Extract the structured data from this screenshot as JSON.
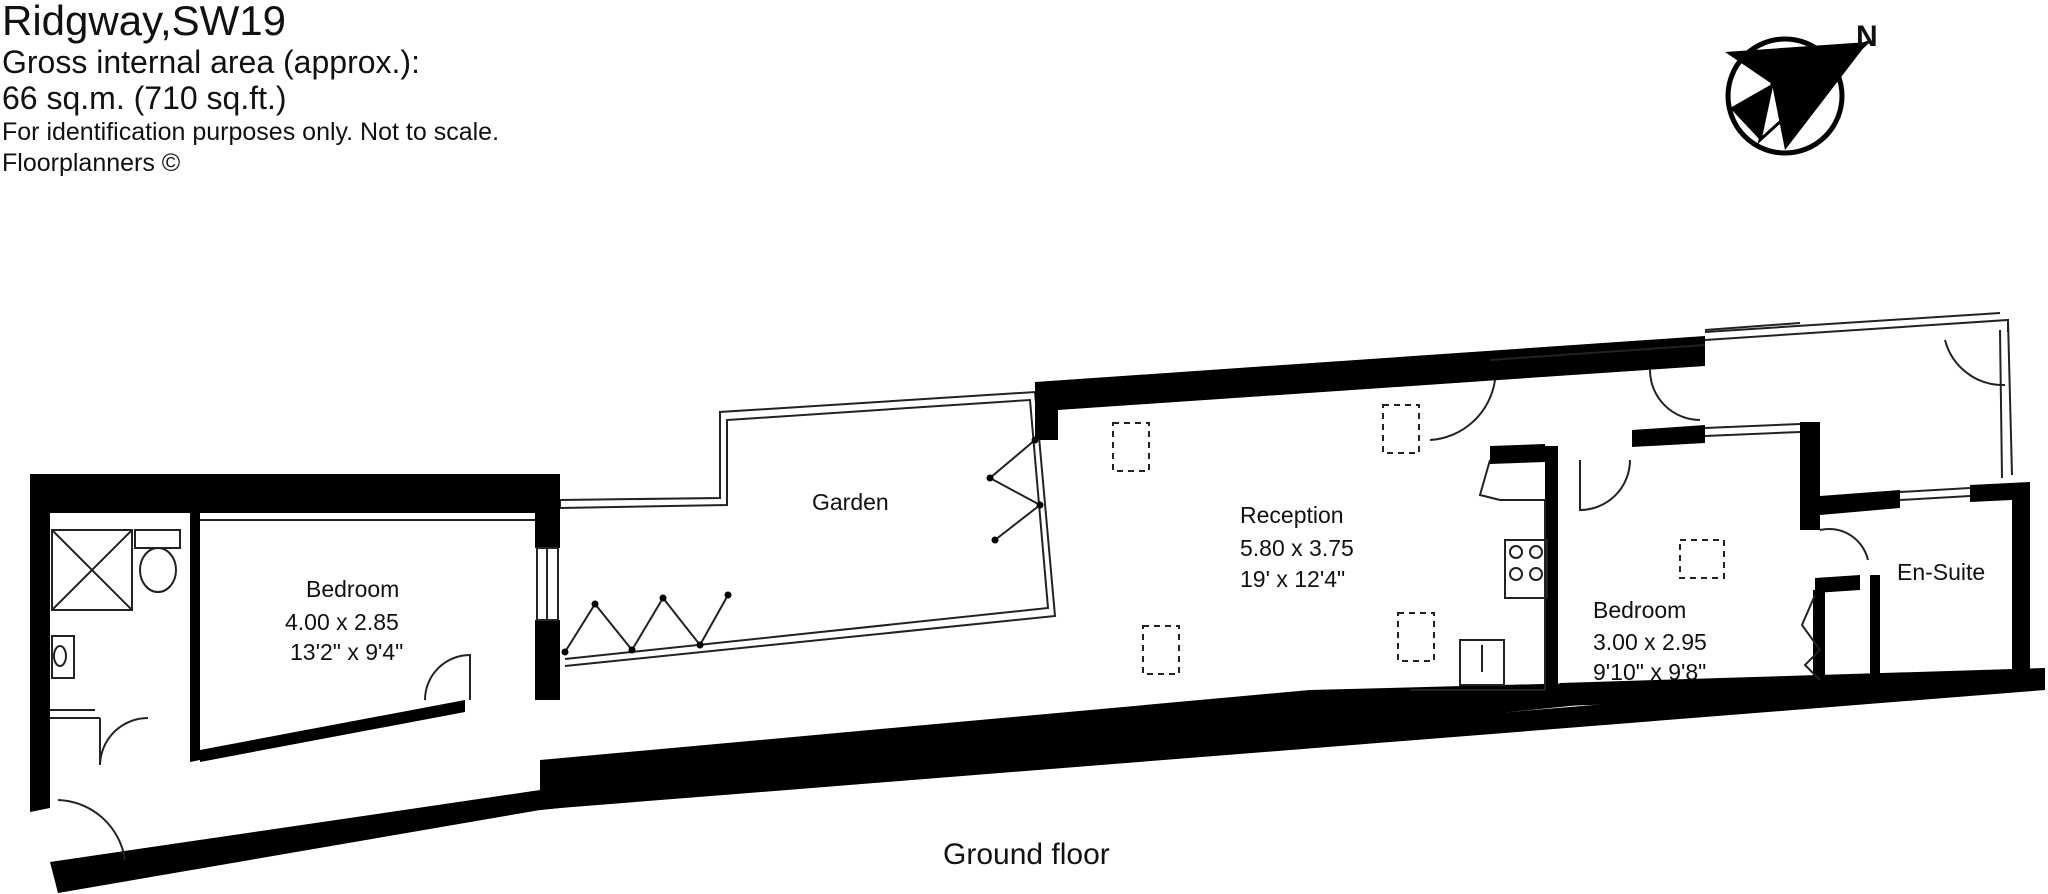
{
  "header": {
    "title": "Ridgway,SW19",
    "area_label": "Gross internal area (approx.):",
    "area_value": "66 sq.m. (710 sq.ft.)",
    "disclaimer": "For identification purposes only. Not to scale.",
    "credit": "Floorplanners ©"
  },
  "compass": {
    "label": "N",
    "icon": "north-arrow-icon"
  },
  "rooms": {
    "bedroom_1": {
      "name": "Bedroom",
      "metric": "4.00 x 2.85",
      "imperial": "13'2\" x 9'4\""
    },
    "garden": {
      "name": "Garden"
    },
    "reception": {
      "name": "Reception",
      "metric": "5.80 x 3.75",
      "imperial": "19' x 12'4\""
    },
    "bedroom_2": {
      "name": "Bedroom",
      "metric": "3.00 x 2.95",
      "imperial": "9'10\" x 9'8\""
    },
    "en_suite": {
      "name": "En-Suite"
    }
  },
  "floor_label": "Ground floor",
  "colors": {
    "wall": "#000000",
    "line": "#222222",
    "background": "#ffffff"
  }
}
